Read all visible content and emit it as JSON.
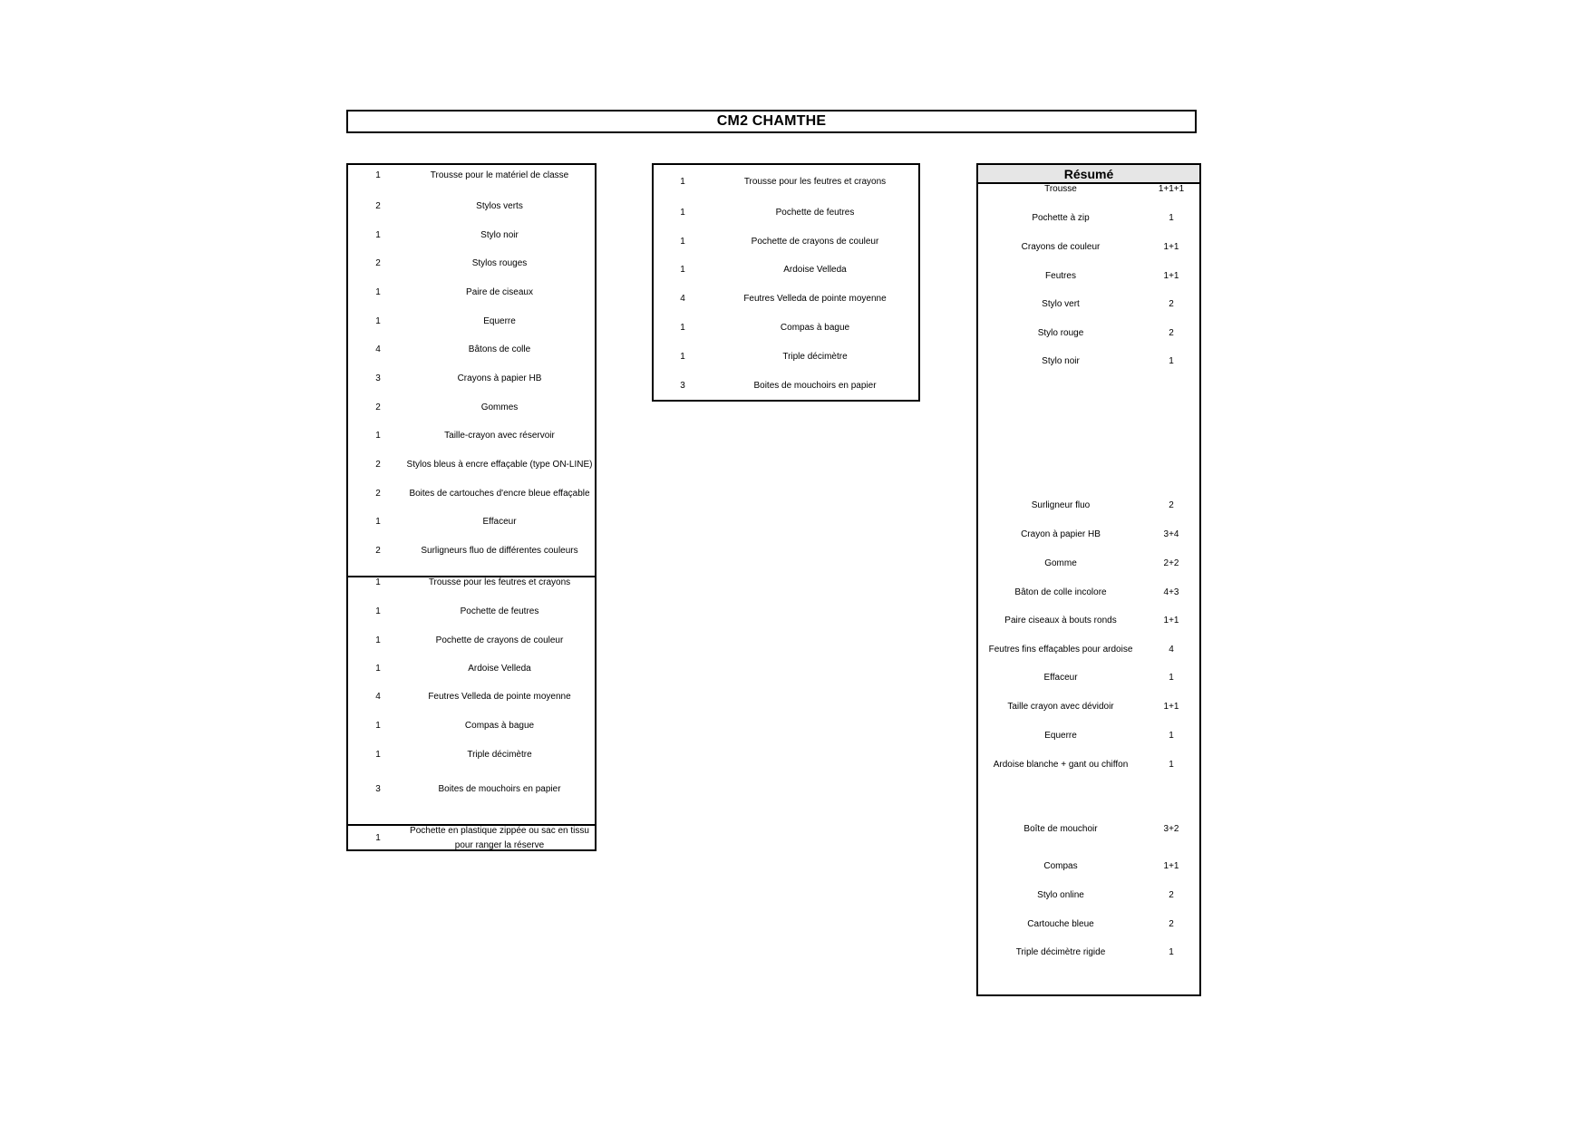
{
  "title": "CM2 CHAMTHE",
  "list1": {
    "sections": [
      {
        "rows": [
          {
            "qty": "1",
            "label": "Trousse pour le matériel de classe"
          },
          {
            "qty": "2",
            "label": "Stylos verts"
          },
          {
            "qty": "1",
            "label": "Stylo noir"
          },
          {
            "qty": "2",
            "label": "Stylos rouges"
          },
          {
            "qty": "1",
            "label": "Paire de ciseaux"
          },
          {
            "qty": "1",
            "label": "Equerre"
          },
          {
            "qty": "4",
            "label": "Bâtons de colle"
          },
          {
            "qty": "3",
            "label": "Crayons à papier HB"
          },
          {
            "qty": "2",
            "label": "Gommes"
          },
          {
            "qty": "1",
            "label": "Taille-crayon avec réservoir"
          },
          {
            "qty": "2",
            "label": "Stylos bleus à encre effaçable (type ON-LINE)"
          },
          {
            "qty": "2",
            "label": "Boites de cartouches d'encre bleue effaçable"
          },
          {
            "qty": "1",
            "label": "Effaceur"
          },
          {
            "qty": "2",
            "label": "Surligneurs fluo de différentes couleurs"
          }
        ]
      },
      {
        "rows": [
          {
            "qty": "1",
            "label": "Trousse pour les feutres et crayons"
          },
          {
            "qty": "1",
            "label": "Pochette de feutres"
          },
          {
            "qty": "1",
            "label": "Pochette de crayons de couleur"
          },
          {
            "qty": "1",
            "label": "Ardoise Velleda"
          },
          {
            "qty": "4",
            "label": "Feutres Velleda de pointe moyenne"
          },
          {
            "qty": "1",
            "label": "Compas à bague"
          },
          {
            "qty": "1",
            "label": "Triple décimètre"
          },
          {
            "qty": "3",
            "label": "Boites de mouchoirs en papier"
          }
        ]
      },
      {
        "rows": [
          {
            "qty": "1",
            "label": "Pochette en plastique zippée ou sac en tissu pour ranger la réserve"
          }
        ]
      }
    ]
  },
  "list2": {
    "rows": [
      {
        "qty": "1",
        "label": "Trousse pour les feutres et crayons"
      },
      {
        "qty": "1",
        "label": "Pochette de feutres"
      },
      {
        "qty": "1",
        "label": "Pochette de crayons de couleur"
      },
      {
        "qty": "1",
        "label": "Ardoise Velleda"
      },
      {
        "qty": "4",
        "label": "Feutres Velleda de pointe moyenne"
      },
      {
        "qty": "1",
        "label": "Compas à bague"
      },
      {
        "qty": "1",
        "label": "Triple décimètre"
      },
      {
        "qty": "3",
        "label": "Boites de mouchoirs en papier"
      }
    ]
  },
  "summary": {
    "header": "Résumé",
    "rows": [
      {
        "label": "Trousse",
        "qty": "1+1+1"
      },
      {
        "label": "Pochette à zip",
        "qty": "1"
      },
      {
        "label": "Crayons de couleur",
        "qty": "1+1"
      },
      {
        "label": "Feutres",
        "qty": "1+1"
      },
      {
        "label": "Stylo vert",
        "qty": "2"
      },
      {
        "label": "Stylo rouge",
        "qty": "2"
      },
      {
        "label": "Stylo noir",
        "qty": "1"
      },
      {
        "label": "Surligneur fluo",
        "qty": "2"
      },
      {
        "label": "Crayon à papier HB",
        "qty": "3+4"
      },
      {
        "label": "Gomme",
        "qty": "2+2"
      },
      {
        "label": "Bâton de colle incolore",
        "qty": "4+3"
      },
      {
        "label": "Paire ciseaux à bouts ronds",
        "qty": "1+1"
      },
      {
        "label": "Feutres fins effaçables pour ardoise",
        "qty": "4"
      },
      {
        "label": "Effaceur",
        "qty": "1"
      },
      {
        "label": "Taille crayon avec dévidoir",
        "qty": "1+1"
      },
      {
        "label": "Equerre",
        "qty": "1"
      },
      {
        "label": "Ardoise blanche + gant ou chiffon",
        "qty": "1"
      },
      {
        "label": "Boîte de mouchoir",
        "qty": "3+2"
      },
      {
        "label": "Compas",
        "qty": "1+1"
      },
      {
        "label": "Stylo online",
        "qty": "2"
      },
      {
        "label": "Cartouche bleue",
        "qty": "2"
      },
      {
        "label": "Triple décimètre rigide",
        "qty": "1"
      }
    ]
  }
}
